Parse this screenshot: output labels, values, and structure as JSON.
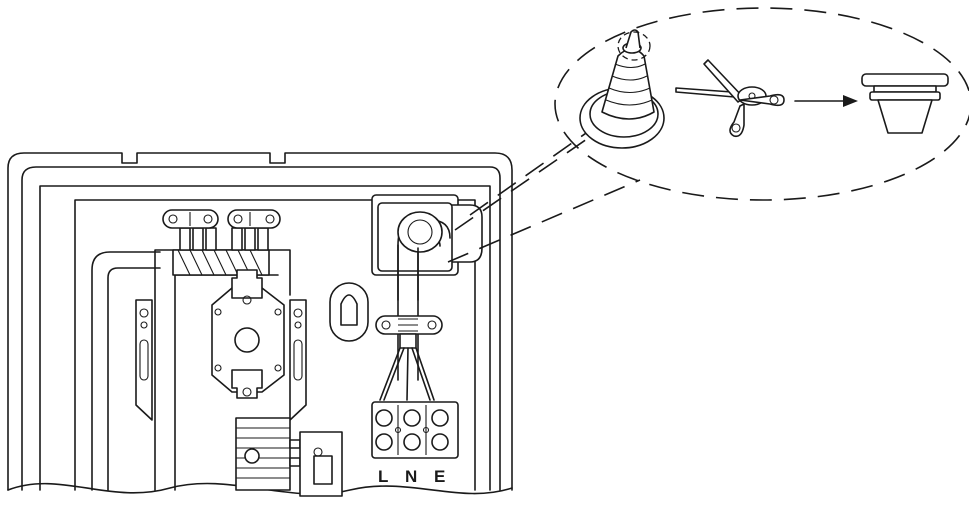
{
  "terminal_block": {
    "labels": [
      "L",
      "N",
      "E"
    ]
  }
}
